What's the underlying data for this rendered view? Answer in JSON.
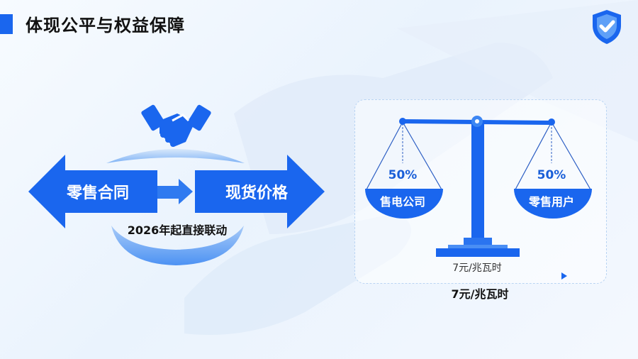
{
  "header": {
    "title": "体现公平与权益保障",
    "accent": "#1a66ee",
    "badge_icon": "shield-check-icon"
  },
  "linkage": {
    "icon": "handshake-icon",
    "left_label": "零售合同",
    "right_label": "现货价格",
    "caption": "2026年起直接联动"
  },
  "balance": {
    "icon": "scale-icon",
    "left": {
      "percent": "50%",
      "label": "售电公司"
    },
    "right": {
      "percent": "50%",
      "label": "零售用户"
    },
    "share": [
      50,
      50
    ],
    "inner_price": "7元/兆瓦时",
    "price": "7元/兆瓦时"
  },
  "colors": {
    "primary": "#1a66ee",
    "light": "#9cc3f7",
    "text": "#111111"
  }
}
